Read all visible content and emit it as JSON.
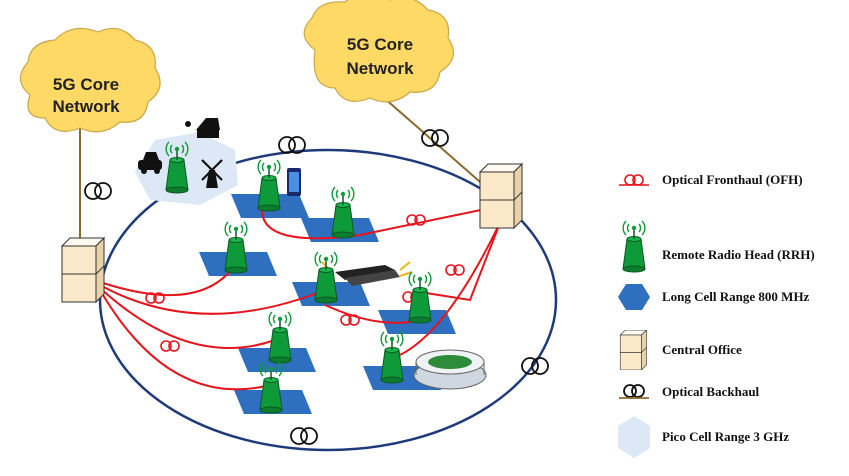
{
  "clouds": [
    {
      "line1": "5G Core",
      "line2": "Network"
    },
    {
      "line1": "5G Core",
      "line2": "Network"
    }
  ],
  "legend": {
    "fronthaul": "Optical Fronthaul (OFH)",
    "rrh": "Remote Radio Head (RRH)",
    "long_cell": "Long Cell Range 800 MHz",
    "central_office": "Central Office",
    "backhaul": "Optical Backhaul",
    "pico_cell": "Pico Cell Range 3 GHz"
  },
  "colors": {
    "fronthaul": "#e8141c",
    "backhaul": "#8b6a2b",
    "antenna": "#0f9a3a",
    "long_cell": "#2f6fbf",
    "pico_cell": "#dde8f6",
    "cloud": "#ffd966",
    "central_office": "#fbe9c9",
    "coverage": "#1f3a7a"
  }
}
